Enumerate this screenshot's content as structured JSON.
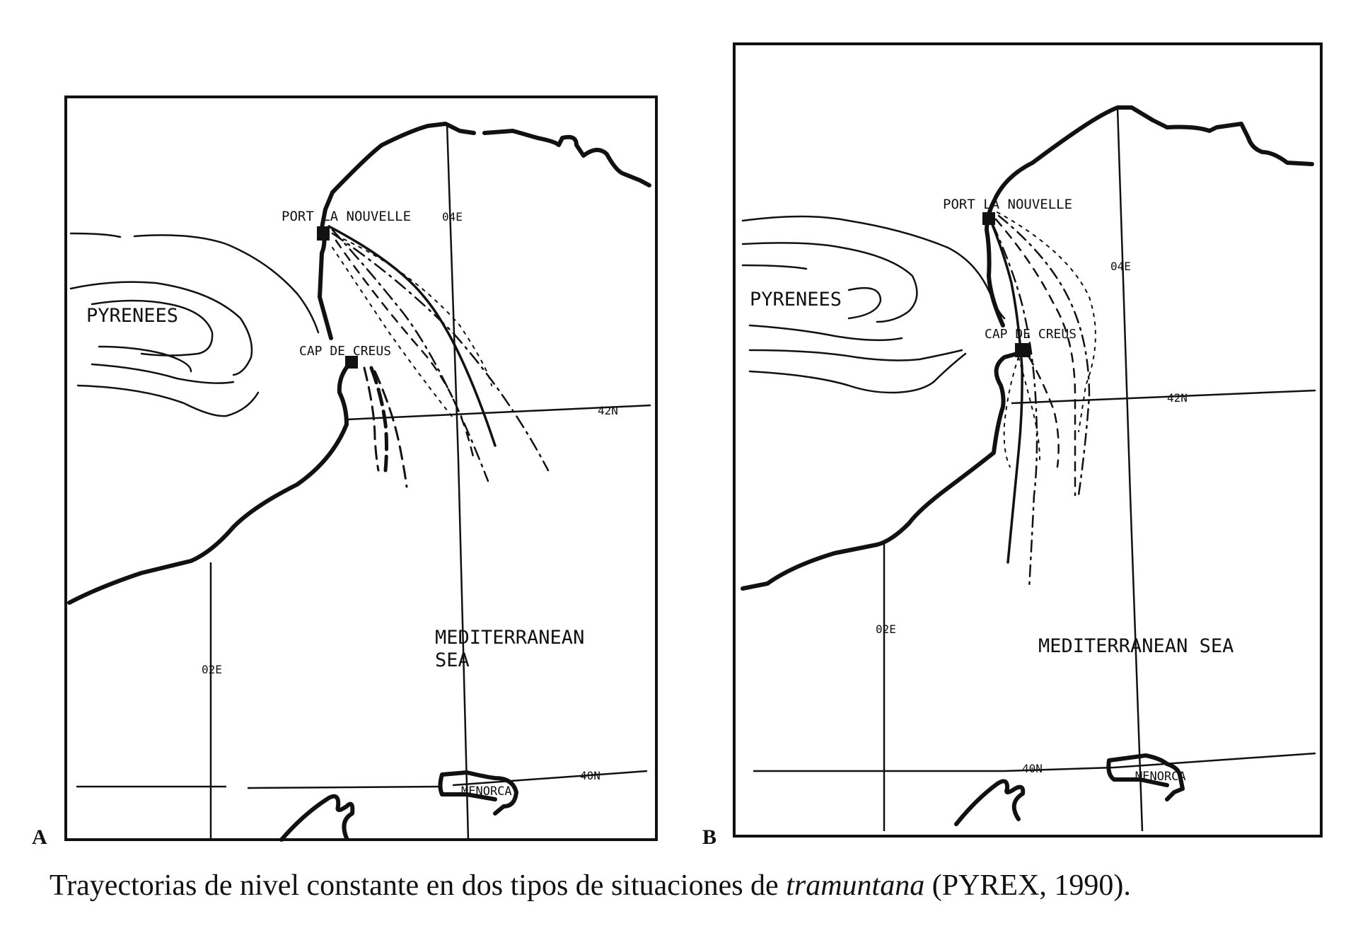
{
  "figure": {
    "caption": {
      "before": "Trayectorias de nivel constante en dos tipos de situaciones de ",
      "emphasis": "tramuntana",
      "after": " (PYREX, 1990)."
    },
    "panels": [
      {
        "letter": "A",
        "labels": {
          "port": "PORT LA NOUVELLE",
          "cape": "CAP DE CREUS",
          "mountains": "PYRENEES",
          "sea_line1": "MEDITERRANEAN",
          "sea_line2": "SEA",
          "island": "MENORCA",
          "lon_east": "04E",
          "lon_west": "02E",
          "lat_north": "42N",
          "lat_south": "40N"
        }
      },
      {
        "letter": "B",
        "labels": {
          "port": "PORT LA NOUVELLE",
          "cape": "CAP DE CREUS",
          "mountains": "PYRENEES",
          "sea": "MEDITERRANEAN SEA",
          "island": "MENORCA",
          "lon_east": "04E",
          "lon_west": "02E",
          "lat_north": "42N",
          "lat_south": "40N"
        }
      }
    ],
    "colors": {
      "ink": "#111111",
      "paper": "#ffffff"
    }
  }
}
